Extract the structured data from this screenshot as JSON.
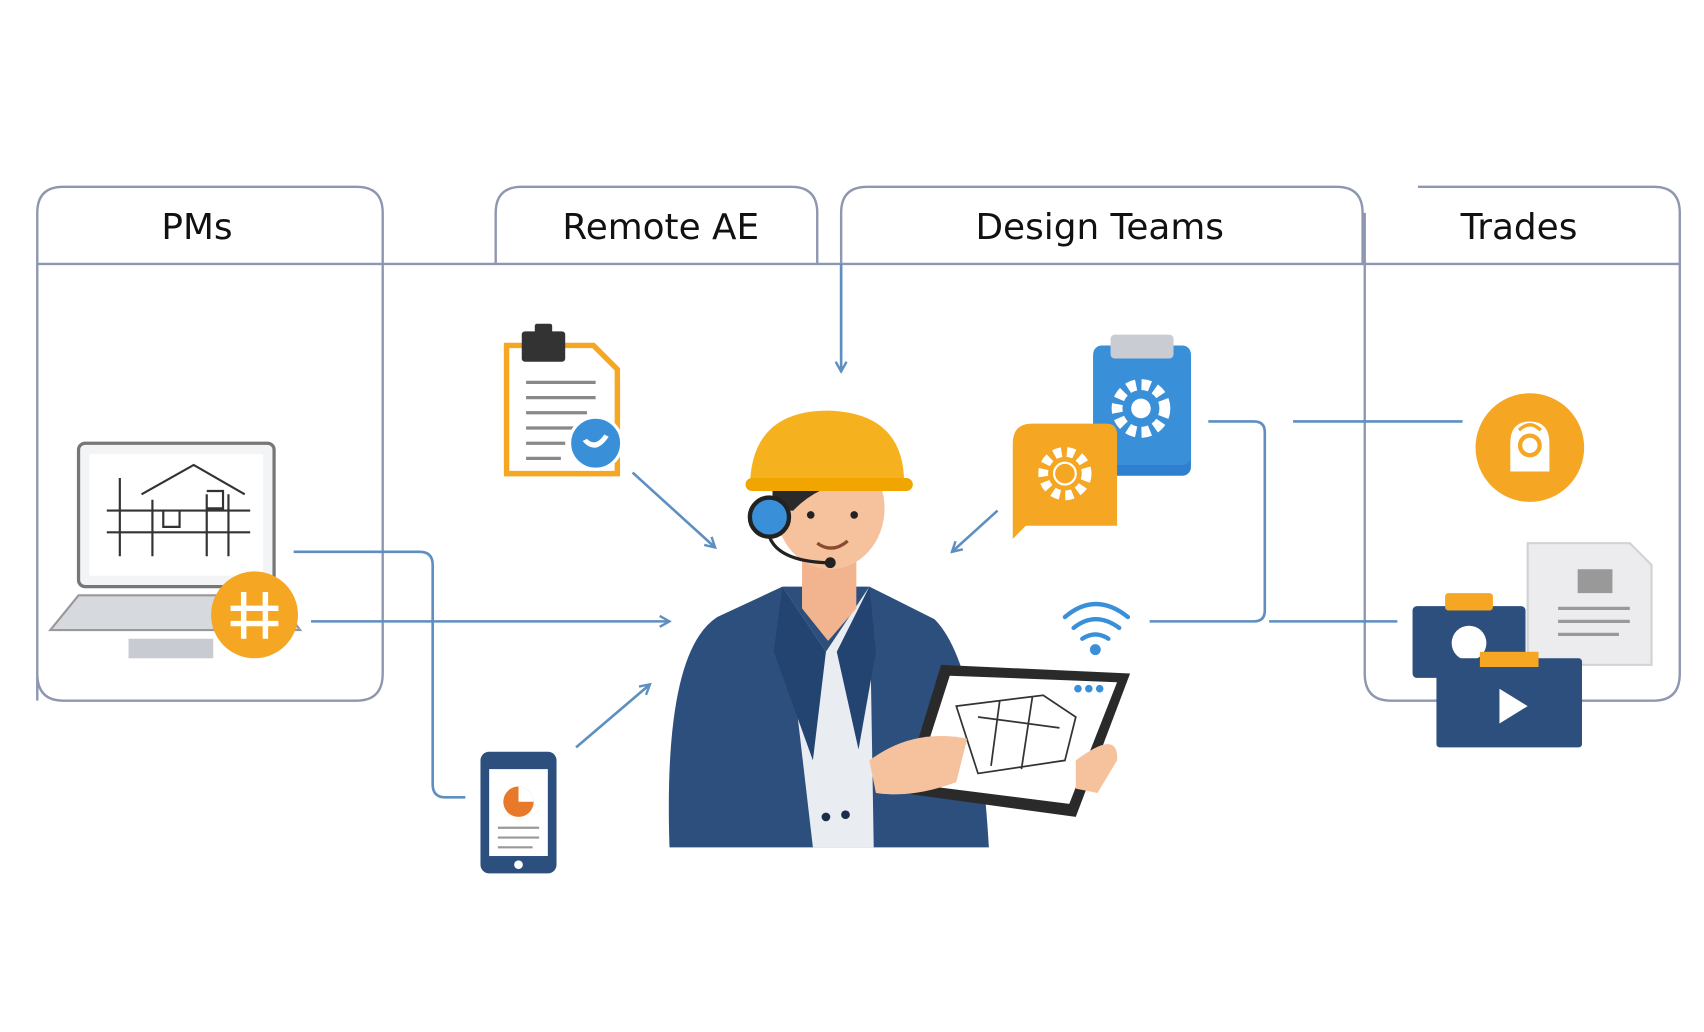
{
  "lanes": [
    {
      "label": "PMs"
    },
    {
      "label": "Remote AE"
    },
    {
      "label": "Design Teams"
    },
    {
      "label": "Trades"
    }
  ],
  "colors": {
    "frame": "#8e97b0",
    "flow": "#5e8fc0",
    "accent_orange": "#f5a623",
    "navy": "#2c4f7e",
    "blue": "#3a8fd9"
  }
}
